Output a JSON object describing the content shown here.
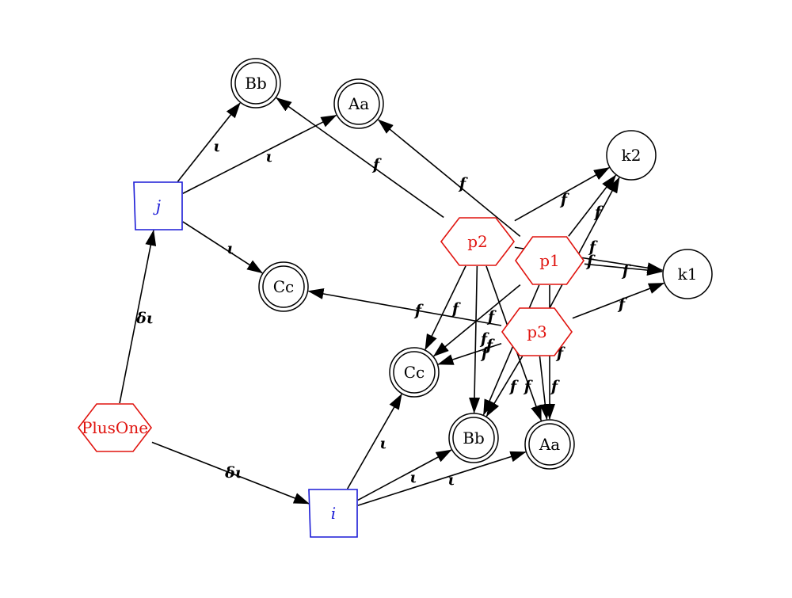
{
  "colors": {
    "edge": "#000000",
    "object_node": "#000000",
    "morphism_node": "#e0140f",
    "arrow_node": "#1a1ad6"
  },
  "nodes": [
    {
      "id": "PlusOne",
      "label": "PlusOne",
      "shape": "hexagon",
      "color": "red"
    },
    {
      "id": "j",
      "label": "j",
      "shape": "trapezoid",
      "color": "blue"
    },
    {
      "id": "i",
      "label": "i",
      "shape": "trapezoid",
      "color": "blue"
    },
    {
      "id": "Bb_top",
      "label": "Bb",
      "shape": "doublecircle",
      "color": "black"
    },
    {
      "id": "Aa_top",
      "label": "Aa",
      "shape": "doublecircle",
      "color": "black"
    },
    {
      "id": "Cc_left",
      "label": "Cc",
      "shape": "doublecircle",
      "color": "black"
    },
    {
      "id": "Cc_mid",
      "label": "Cc",
      "shape": "doublecircle",
      "color": "black"
    },
    {
      "id": "Bb_bot",
      "label": "Bb",
      "shape": "doublecircle",
      "color": "black"
    },
    {
      "id": "Aa_bot",
      "label": "Aa",
      "shape": "doublecircle",
      "color": "black"
    },
    {
      "id": "k2",
      "label": "k2",
      "shape": "circle",
      "color": "black"
    },
    {
      "id": "k1",
      "label": "k1",
      "shape": "circle",
      "color": "black"
    },
    {
      "id": "p2",
      "label": "p2",
      "shape": "hexagon",
      "color": "red"
    },
    {
      "id": "p1",
      "label": "p1",
      "shape": "hexagon",
      "color": "red"
    },
    {
      "id": "p3",
      "label": "p3",
      "shape": "hexagon",
      "color": "red"
    }
  ],
  "edges": [
    {
      "from": "PlusOne",
      "to": "j",
      "label": "δι"
    },
    {
      "from": "PlusOne",
      "to": "i",
      "label": "δι"
    },
    {
      "from": "j",
      "to": "Bb_top",
      "label": "ι"
    },
    {
      "from": "j",
      "to": "Aa_top",
      "label": "ι"
    },
    {
      "from": "j",
      "to": "Cc_left",
      "label": "ι"
    },
    {
      "from": "i",
      "to": "Cc_mid",
      "label": "ι"
    },
    {
      "from": "i",
      "to": "Bb_bot",
      "label": "ι"
    },
    {
      "from": "i",
      "to": "Aa_bot",
      "label": "ι"
    },
    {
      "from": "p2",
      "to": "Bb_top",
      "label": "f"
    },
    {
      "from": "p2",
      "to": "k2",
      "label": "f"
    },
    {
      "from": "p2",
      "to": "k1",
      "label": "f"
    },
    {
      "from": "p2",
      "to": "Cc_mid",
      "label": "f"
    },
    {
      "from": "p2",
      "to": "Bb_bot",
      "label": "f"
    },
    {
      "from": "p2",
      "to": "Aa_bot",
      "label": "f"
    },
    {
      "from": "p1",
      "to": "Aa_top",
      "label": "f"
    },
    {
      "from": "p1",
      "to": "k2",
      "label": "f"
    },
    {
      "from": "p1",
      "to": "k1",
      "label": "f"
    },
    {
      "from": "p1",
      "to": "Cc_mid",
      "label": "f"
    },
    {
      "from": "p1",
      "to": "Bb_bot",
      "label": "f"
    },
    {
      "from": "p1",
      "to": "Aa_bot",
      "label": "f"
    },
    {
      "from": "p3",
      "to": "Cc_left",
      "label": "f"
    },
    {
      "from": "p3",
      "to": "k2",
      "label": "f"
    },
    {
      "from": "p3",
      "to": "k1",
      "label": "f"
    },
    {
      "from": "p3",
      "to": "Cc_mid",
      "label": "f"
    },
    {
      "from": "p3",
      "to": "Bb_bot",
      "label": "f"
    },
    {
      "from": "p3",
      "to": "Aa_bot",
      "label": "f"
    }
  ]
}
